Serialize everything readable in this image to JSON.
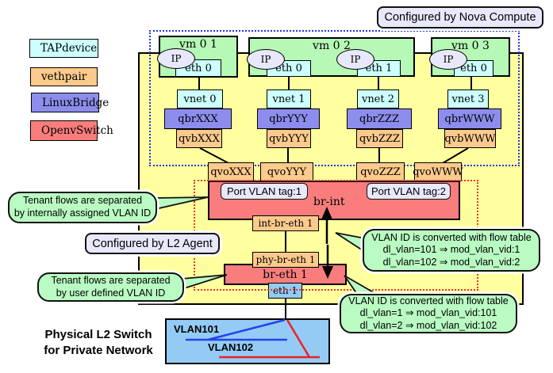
{
  "title_labels": {
    "nova_compute": "Configured by Nova Compute",
    "l2_agent": "Configured by L2 Agent"
  },
  "legend": [
    {
      "word1": "TAP",
      "word2": "device",
      "color": "#ccffff"
    },
    {
      "word1": "veth",
      "word2": "pair",
      "color": "#fcca8c"
    },
    {
      "word1": "Linux",
      "word2": "Bridge",
      "color": "#8d8dee"
    },
    {
      "word1": "Open",
      "word2": "vSwitch",
      "color": "#f97d7d"
    }
  ],
  "vms": [
    {
      "name": "vm 0 1"
    },
    {
      "name": "vm 0 2"
    },
    {
      "name": "vm 0 3"
    }
  ],
  "columns": [
    {
      "ip": "IP",
      "eth": "eth 0",
      "vnet": "vnet 0",
      "qbr": "qbrXXX",
      "qvb": "qvbXXX",
      "qvo": "qvoXXX"
    },
    {
      "ip": "IP",
      "eth": "eth 0",
      "vnet": "vnet 1",
      "qbr": "qbrYYY",
      "qvb": "qvbYYY",
      "qvo": "qvoYYY"
    },
    {
      "ip": "IP",
      "eth": "eth 1",
      "vnet": "vnet 2",
      "qbr": "qbrZZZ",
      "qvb": "qvbZZZ",
      "qvo": "qvoZZZ"
    },
    {
      "ip": "IP",
      "eth": "eth 0",
      "vnet": "vnet 3",
      "qbr": "qbrWWW",
      "qvb": "qvbWWW",
      "qvo": "qvoWWW"
    }
  ],
  "ovs": {
    "br_int": "br-int",
    "port_tag_1": "Port VLAN tag:1",
    "port_tag_2": "Port VLAN tag:2",
    "int_br_eth": "int-br-eth 1",
    "phy_br_eth": "phy-br-eth 1",
    "br_eth": "br-eth 1",
    "eth": "eth 1"
  },
  "callouts": {
    "tenant_internal": {
      "lines": [
        "Tenant flows are separated",
        "by internally assigned VLAN ID"
      ]
    },
    "tenant_user": {
      "lines": [
        "Tenant flows are separated",
        "by user defined VLAN ID"
      ]
    },
    "flow_top": {
      "lines": [
        "VLAN ID is converted with flow table",
        "dl_vlan=101 ⇒ mod_vlan_vid:1",
        "dl_vlan=102 ⇒ mod_vlan_vid:2"
      ]
    },
    "flow_bottom": {
      "lines": [
        "VLAN ID is converted with flow table",
        "dl_vlan=1 ⇒ mod_vlan_vid:101",
        "dl_vlan=2 ⇒ mod_vlan_vid:102"
      ]
    }
  },
  "switch": {
    "caption": [
      "Physical L2 Switch",
      "for Private Network"
    ],
    "vlan101": {
      "label": "VLAN101",
      "color": "#2244ee"
    },
    "vlan102": {
      "label": "VLAN102",
      "color": "#ee2222"
    }
  },
  "colors": {
    "host_bg": "#ffffa0",
    "vm": "#b6f8b6",
    "tap_device": "#ccffff",
    "veth_pair": "#fcca8c",
    "linux_bridge": "#8d8dee",
    "open_vswitch": "#f97d7d",
    "label_box": "#e8e8fb",
    "callout": "#b9fbc2",
    "switch_box": "#94cbf5",
    "nova_dotted_border": "#2233ee",
    "agent_dotted_border": "#ee3322"
  }
}
